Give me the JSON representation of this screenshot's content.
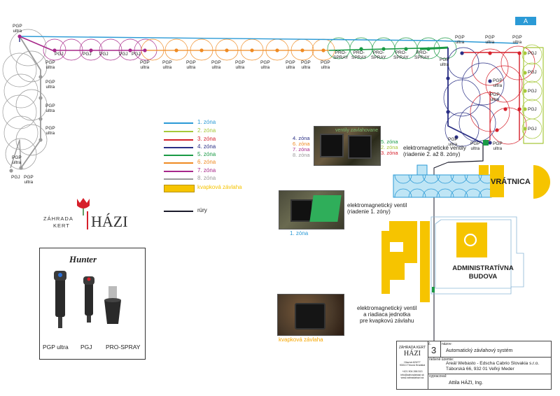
{
  "sheet_letter": "A",
  "legend": [
    {
      "label": "1. zóna",
      "color": "#2b9ad6"
    },
    {
      "label": "2. zóna",
      "color": "#a6c83a"
    },
    {
      "label": "3. zóna",
      "color": "#d6202b"
    },
    {
      "label": "4. zóna",
      "color": "#2a2f85"
    },
    {
      "label": "5. zóna",
      "color": "#1a9a45"
    },
    {
      "label": "6. zóna",
      "color": "#ef8a22"
    },
    {
      "label": "7. zóna",
      "color": "#a7288a"
    },
    {
      "label": "8. zóna",
      "color": "#9a9a9a"
    }
  ],
  "legend_drip": {
    "label": "kvapková závlaha",
    "color": "#f6c400"
  },
  "legend_pipe": {
    "label": "rúry",
    "color": "#1a1a2a"
  },
  "logo": {
    "line1": "ZÁHRADA",
    "line2": "KERT",
    "brand": "HÁZI"
  },
  "hunter_panel": {
    "brand": "Hunter",
    "products": [
      "PGP ultra",
      "PGJ",
      "PRO-SPRAY"
    ]
  },
  "photos": {
    "valves_photo_caption": "ventily zavlahovane",
    "zones_list": [
      {
        "label": "4. zóna",
        "color": "#2a2f85"
      },
      {
        "label": "6. zóna",
        "color": "#ef8a22"
      },
      {
        "label": "7. zóna",
        "color": "#a7288a"
      },
      {
        "label": "8. zóna",
        "color": "#9a9a9a"
      }
    ],
    "zones_list_right": [
      {
        "label": "5. zóna",
        "color": "#1a9a45"
      },
      {
        "label": "2. zóna",
        "color": "#a6c83a"
      },
      {
        "label": "3. zóna",
        "color": "#d6202b"
      }
    ],
    "valves_text": "elektromagnetické ventily\n(riadenie 2. až 8. zóny)",
    "zone1_caption": "1. zóna",
    "zone1_text": "elektromagnetický ventil\n(riadenie 1. zóny)",
    "drip_caption": "kvapková závlaha",
    "drip_text": "elektromagnetický ventil\na riadiaca jednotka\npre kvapkovú závlahu"
  },
  "buildings": {
    "gate": "VRÁTNICA",
    "admin_line1": "ADMINISTRATÍVNA",
    "admin_line2": "BUDOVA"
  },
  "sprinkler_labels": {
    "top_left": [
      "PGP",
      "ultra"
    ],
    "pgj": "PGJ",
    "pgp": "PGP",
    "ultra": "ultra",
    "pro": "PRO-",
    "spray": "SPRAY"
  },
  "title_block": {
    "sheet_no": "3",
    "sheet_prefix": "č.",
    "drawing_label": "názov:",
    "drawing_name": "Automatický závlahový systém",
    "client_label": "riešené územie:",
    "client_line1": "Areál Webasto - Edscha Cabrio Slovakia s.r.o.",
    "client_line2": "Táborská 66, 932 01 Veľký Meder",
    "author_label": "vypracoval:",
    "author": "Attila HÁZI, Ing.",
    "company_brand": "HÁZI",
    "company_sub": "ZÁHRADA KERT",
    "company_addr": [
      "Hlavná 629/77",
      "93013 Trhová Hradská",
      "",
      "+421 904 266 513",
      "info@zahradahazi.sk",
      "www.zahradahazi.sk"
    ]
  }
}
